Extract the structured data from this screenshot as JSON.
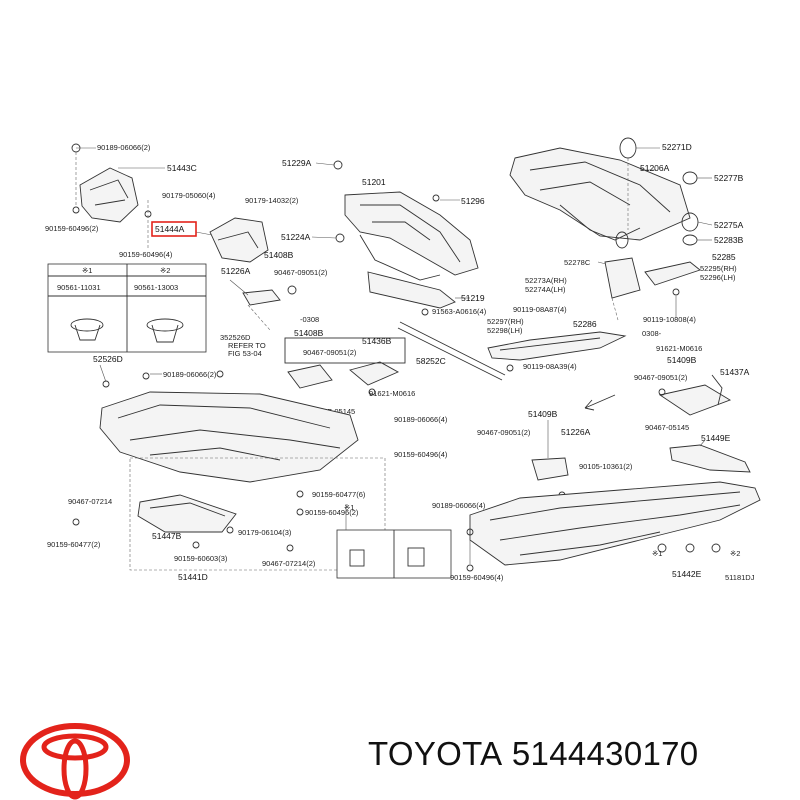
{
  "brand": {
    "name": "TOYOTA",
    "part_number": "5144430170",
    "logo_color": "#e3231b",
    "logo_icon": "toyota-logo-icon"
  },
  "diagram": {
    "highlight_color": "#e3231b",
    "diagram_id": "51181DJ",
    "labels": [
      "90189-06066(2)",
      "51443C",
      "90179-05060(4)",
      "90159-60496(2)",
      "51444A",
      "90159-60496(4)",
      "51229A",
      "90179-14032(2)",
      "51201",
      "51296",
      "51224A",
      "51408B",
      "51226A",
      "90467-09051(2)",
      "51219",
      "91563-A0616(4)",
      "52271D",
      "51206A",
      "52277B",
      "52275A",
      "52283B",
      "52285",
      "52295(RH)",
      "52296(LH)",
      "52278C",
      "52273A(RH)",
      "52274A(LH)",
      "90119-08A87(4)",
      "90119-10808(4)",
      "52297(RH)",
      "52298(LH)",
      "52286",
      "91621-M0616",
      "51409B",
      "90467-09051(2)",
      "51437A",
      "51449E",
      "90467-05145",
      "51409B",
      "90467-09051(2)",
      "51226A",
      "90105-10361(2)",
      "90119-08A39(4)",
      "58252C",
      "51436B",
      "90467-09051(2)",
      "91621-M0616",
      "90467-05145",
      "90189-06066(4)",
      "90159-60496(4)",
      "52526D",
      "90189-06066(2)",
      "90467-07214",
      "90159-60477(2)",
      "51447B",
      "90159-60477(6)",
      "90159-60496(2)",
      "90179-06104(3)",
      "90159-60603(3)",
      "90467-07214(2)",
      "51441D",
      "90189-06066(4)",
      "90159-60496(4)",
      "51442E",
      "90561-11031",
      "90561-13003",
      "352526D",
      "REFER TO",
      "FIG 53-04",
      "※1",
      "※2",
      "-0308",
      "0308-"
    ]
  }
}
